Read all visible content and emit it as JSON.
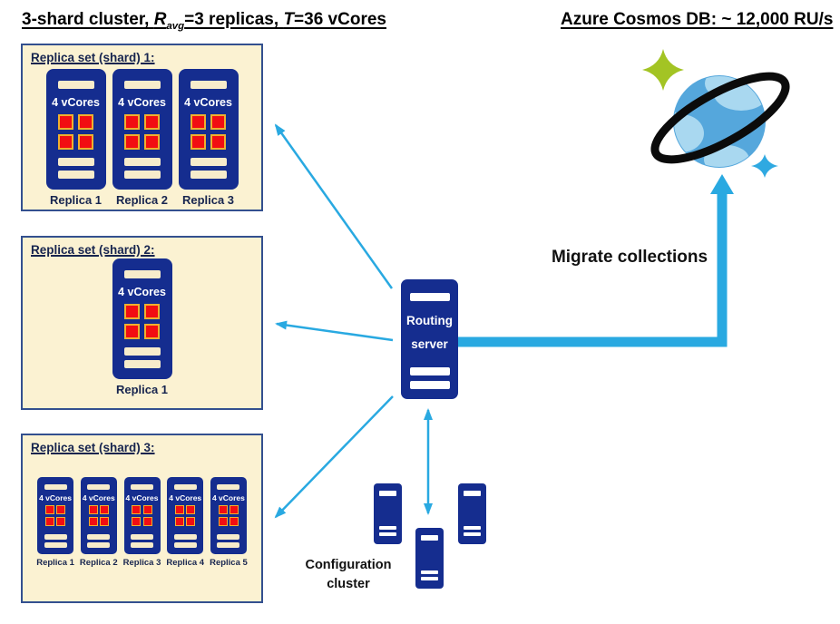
{
  "titles": {
    "cluster": {
      "prefix": "3-shard cluster, ",
      "r": "R",
      "r_sub": "avg",
      "mid": "=3 replicas, ",
      "t": "T",
      "suffix": "=36 vCores"
    },
    "cosmos": "Azure Cosmos DB: ~ 12,000 RU/s"
  },
  "shards": [
    {
      "title": "Replica set (shard) 1:",
      "replicas": [
        {
          "vcores": "4 vCores",
          "label": "Replica 1"
        },
        {
          "vcores": "4 vCores",
          "label": "Replica 2"
        },
        {
          "vcores": "4 vCores",
          "label": "Replica 3"
        }
      ]
    },
    {
      "title": "Replica set (shard) 2:",
      "replicas": [
        {
          "vcores": "4 vCores",
          "label": "Replica 1"
        }
      ]
    },
    {
      "title": "Replica set (shard) 3:",
      "replicas": [
        {
          "vcores": "4 vCores",
          "label": "Replica 1"
        },
        {
          "vcores": "4 vCores",
          "label": "Replica 2"
        },
        {
          "vcores": "4 vCores",
          "label": "Replica 3"
        },
        {
          "vcores": "4 vCores",
          "label": "Replica 4"
        },
        {
          "vcores": "4 vCores",
          "label": "Replica 5"
        }
      ]
    }
  ],
  "routing_server": {
    "label": "Routing server"
  },
  "configuration_cluster": {
    "label": "Configuration cluster"
  },
  "migration": {
    "label": "Migrate collections"
  },
  "icons": {
    "cosmos_planet": "cosmos-db-planet-icon",
    "sparkle_green": "sparkle-icon-green",
    "sparkle_blue": "sparkle-icon-blue",
    "server_tower": "server-tower-icon",
    "cpu_cores": "cpu-cores-icon"
  },
  "colors": {
    "tower_navy": "#152D8F",
    "panel_cream": "#FBF2D2",
    "panel_border": "#33508F",
    "arrow_cyan": "#29A9E1",
    "core_red": "#F20D12",
    "core_border_gold": "#EFB02E",
    "slot_cream": "#F7ECCB",
    "label_navy": "#17254F",
    "planet_blue": "#55A7DC",
    "planet_light": "#A9D8F0",
    "ring_black": "#0B0B0B",
    "sparkle_green": "#A3C424",
    "sparkle_blue": "#2FA9E1"
  }
}
